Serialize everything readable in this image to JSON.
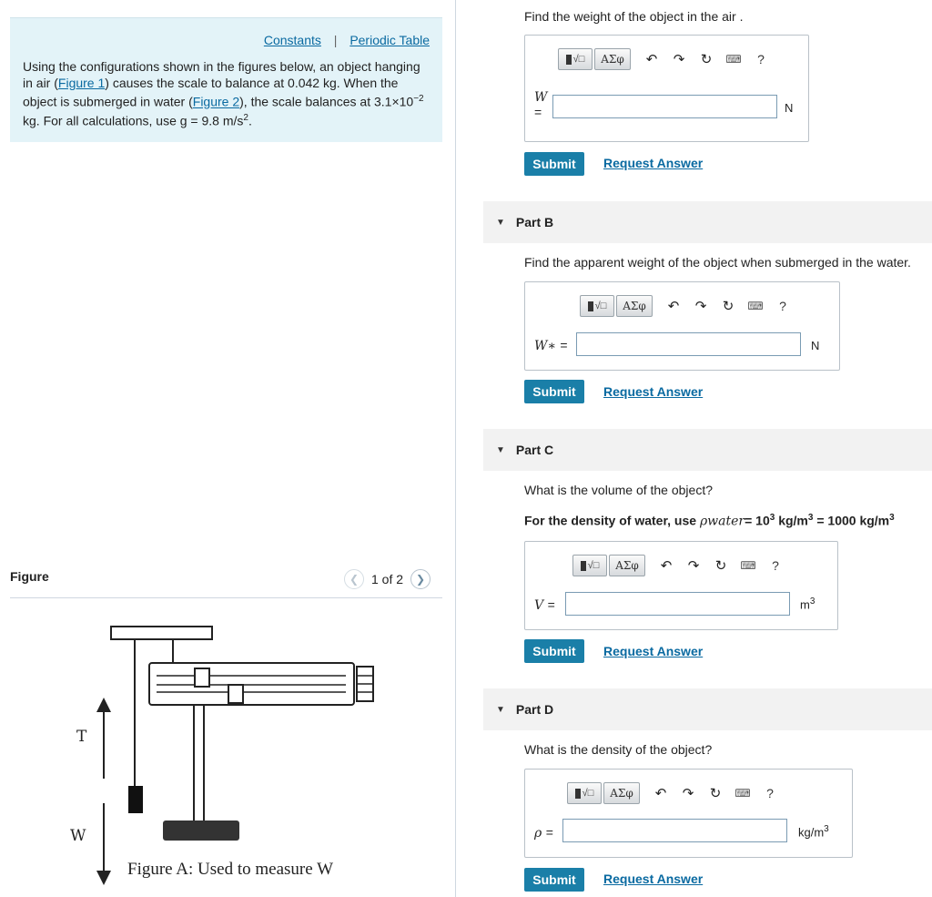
{
  "header": {
    "constants_link": "Constants",
    "separator": "|",
    "periodic_link": "Periodic Table"
  },
  "problem": {
    "text_1": "Using the configurations shown in the figures below, an object hanging in air (",
    "figure1_link": "Figure 1",
    "text_2": ") causes the scale to balance at  0.042 kg.  When the object is submerged in water (",
    "figure2_link": "Figure 2",
    "text_3": "), the scale balances at 3.1×10",
    "exp_1": "−2",
    "text_4": " kg. For all calculations, use g = 9.8 m/s",
    "exp_2": "2",
    "text_5": "."
  },
  "figure": {
    "title": "Figure",
    "pager": "1 of 2",
    "prev_icon": "chevron-left-icon",
    "next_icon": "chevron-right-icon",
    "label_T": "T",
    "label_W": "W",
    "caption": "Figure A:  Used to measure W"
  },
  "toolbar": {
    "template_icon": "math-template-icon",
    "greek": "ΑΣφ",
    "undo_icon": "undo-icon",
    "redo_icon": "redo-icon",
    "reset_icon": "reset-icon",
    "keyboard_icon": "keyboard-icon",
    "help": "?"
  },
  "part_a": {
    "question": "Find the weight of the object in the air .",
    "var": "W",
    "eq": "=",
    "unit": "N",
    "submit": "Submit",
    "request": "Request Answer"
  },
  "part_b": {
    "title": "Part B",
    "question": "Find the apparent weight of the object when submerged in the water.",
    "var": "W∗",
    "eq": "=",
    "unit": "N",
    "submit": "Submit",
    "request": "Request Answer"
  },
  "part_c": {
    "title": "Part C",
    "question": "What is the volume of the object?",
    "density_1": "For the density of water, use ",
    "density_sym": "ρwater",
    "density_2": "= 10",
    "density_exp1": "3",
    "density_3": " kg/m",
    "density_exp2": "3",
    "density_4": " = 1000 kg/m",
    "density_exp3": "3",
    "var": "V",
    "eq": "=",
    "unit": "m",
    "unit_exp": "3",
    "submit": "Submit",
    "request": "Request Answer"
  },
  "part_d": {
    "title": "Part D",
    "question": "What is the density of the object?",
    "var": "ρ",
    "eq": "=",
    "unit": "kg/m",
    "unit_exp": "3",
    "submit": "Submit",
    "request": "Request Answer"
  },
  "colors": {
    "accent": "#1a7fa8",
    "link": "#0a6aa1",
    "info_bg": "#e3f3f8",
    "part_bg": "#f2f2f2"
  }
}
